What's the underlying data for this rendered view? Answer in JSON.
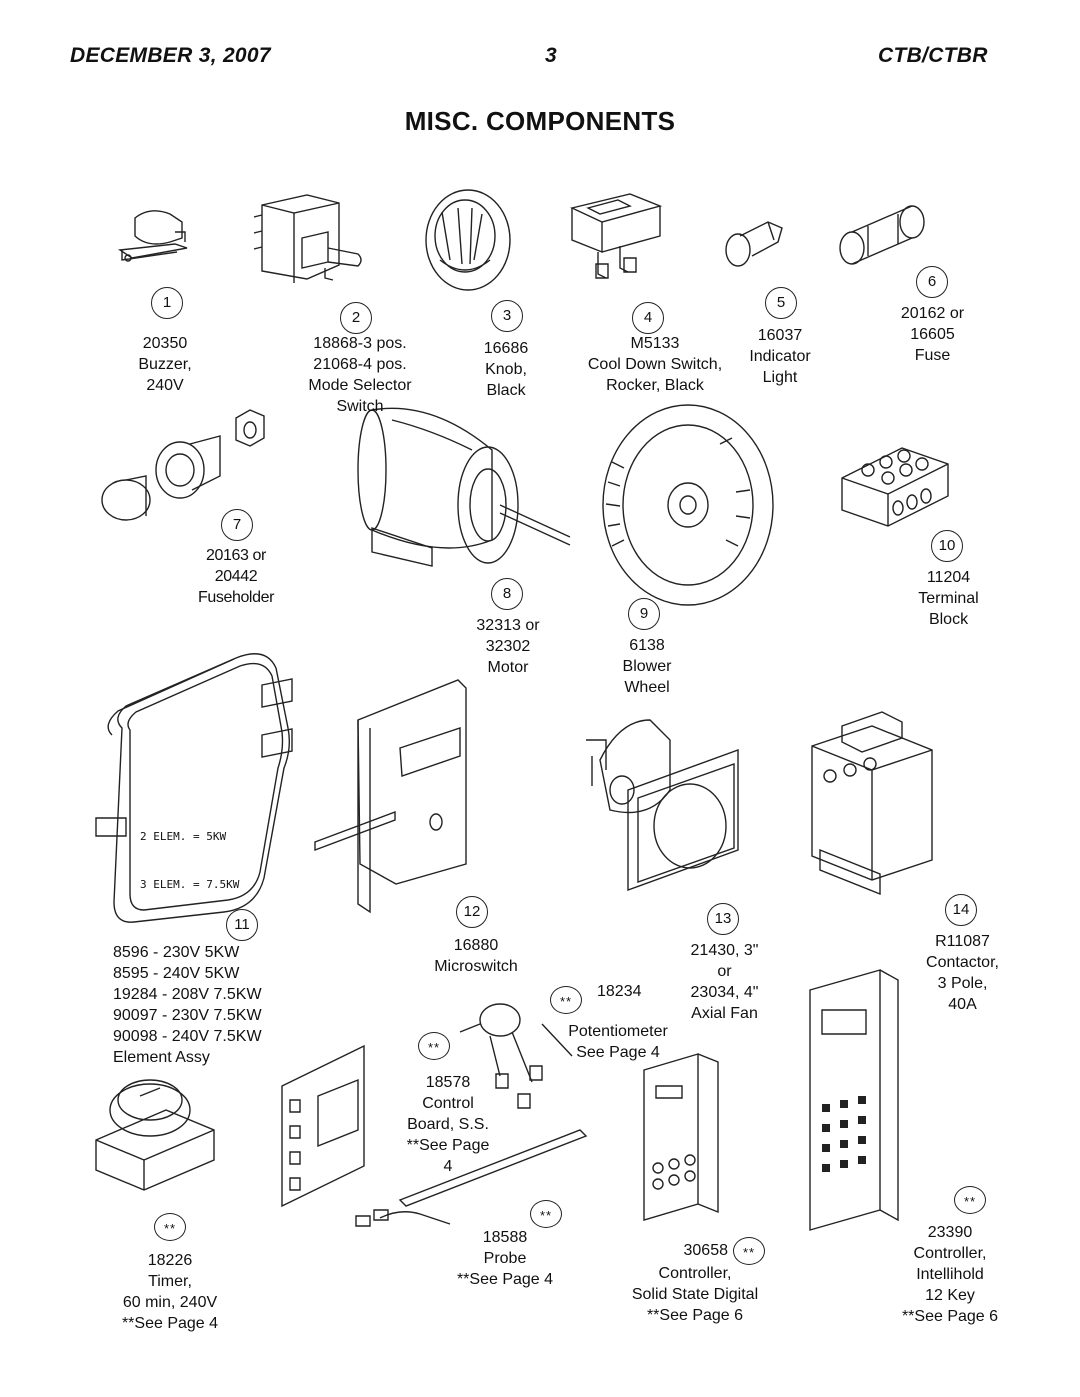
{
  "header": {
    "date": "DECEMBER 3, 2007",
    "page": "3",
    "model": "CTB/CTBR"
  },
  "title": "MISC. COMPONENTS",
  "element_plate": {
    "line1": "2 ELEM. = 5KW",
    "line2": "3 ELEM. = 7.5KW"
  },
  "parts": [
    {
      "num": "1",
      "text": "20350\nBuzzer,\n240V"
    },
    {
      "num": "2",
      "text": "18868-3 pos.\n21068-4 pos.\nMode Selector\nSwitch"
    },
    {
      "num": "3",
      "text": "16686\nKnob,\nBlack"
    },
    {
      "num": "4",
      "text": "M5133\nCool Down Switch,\nRocker, Black"
    },
    {
      "num": "5",
      "text": "16037\nIndicator\nLight"
    },
    {
      "num": "6",
      "text": "20162 or\n16605\nFuse"
    },
    {
      "num": "7",
      "text": "20163 or\n20442\nFuseholder"
    },
    {
      "num": "8",
      "text": "32313 or\n32302\nMotor"
    },
    {
      "num": "9",
      "text": "6138\nBlower\nWheel"
    },
    {
      "num": "10",
      "text": "11204\nTerminal\nBlock"
    },
    {
      "num": "11",
      "text": "8596 - 230V 5KW\n8595 - 240V 5KW\n19284 - 208V 7.5KW\n90097 - 230V 7.5KW\n90098 - 240V 7.5KW\nElement Assy"
    },
    {
      "num": "12",
      "text": "16880\nMicroswitch"
    },
    {
      "num": "13",
      "text": "21430, 3\"\nor\n23034, 4\"\nAxial Fan"
    },
    {
      "num": "14",
      "text": "R11087\nContactor,\n3 Pole,\n40A"
    }
  ],
  "starred": [
    {
      "mark": "**",
      "text": "18234",
      "text2": "Potentiometer\nSee Page 4"
    },
    {
      "mark": "**",
      "text": "18578\nControl\nBoard, S.S.\n**See Page\n4"
    },
    {
      "mark": "**",
      "text": "18588\nProbe\n**See Page 4"
    },
    {
      "mark": "**",
      "text": "18226\nTimer,\n60 min, 240V\n**See Page 4"
    },
    {
      "mark": "**",
      "text": "30658",
      "text2": "Controller,\nSolid State Digital\n**See Page 6"
    },
    {
      "mark": "**",
      "text": "23390\nController,\nIntellihold\n12 Key\n**See Page 6"
    }
  ]
}
